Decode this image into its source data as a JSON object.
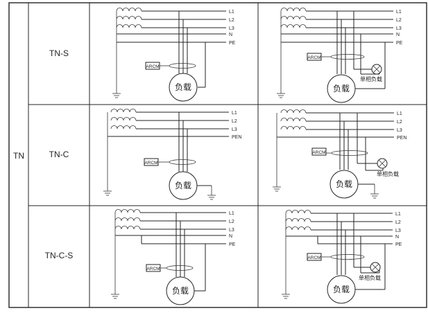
{
  "table": {
    "group_label": "TN",
    "rows": [
      {
        "type_label": "TN-S",
        "left": {
          "lines": [
            "L1",
            "L2",
            "L3",
            "N",
            "PE"
          ],
          "arcm_label": "ARCM",
          "load_label": "负载"
        },
        "right": {
          "lines": [
            "L1",
            "L2",
            "L3",
            "N",
            "PE"
          ],
          "arcm_label": "ARCM",
          "load_label": "负载",
          "single_phase_label": "单相负载"
        }
      },
      {
        "type_label": "TN-C",
        "left": {
          "lines": [
            "L1",
            "L2",
            "L3",
            "PEN"
          ],
          "arcm_label": "ARCM",
          "load_label": "负载"
        },
        "right": {
          "lines": [
            "L1",
            "L2",
            "L3",
            "PEN"
          ],
          "arcm_label": "ARCM",
          "load_label": "负载",
          "single_phase_label": "单相负载"
        }
      },
      {
        "type_label": "TN-C-S",
        "left": {
          "lines": [
            "L1",
            "L2",
            "L3",
            "N",
            "PE"
          ],
          "arcm_label": "ARCM",
          "load_label": "负载"
        },
        "right": {
          "lines": [
            "L1",
            "L2",
            "L3",
            "N",
            "PE"
          ],
          "arcm_label": "ARCM",
          "load_label": "负载",
          "single_phase_label": "单相负载"
        }
      }
    ]
  }
}
